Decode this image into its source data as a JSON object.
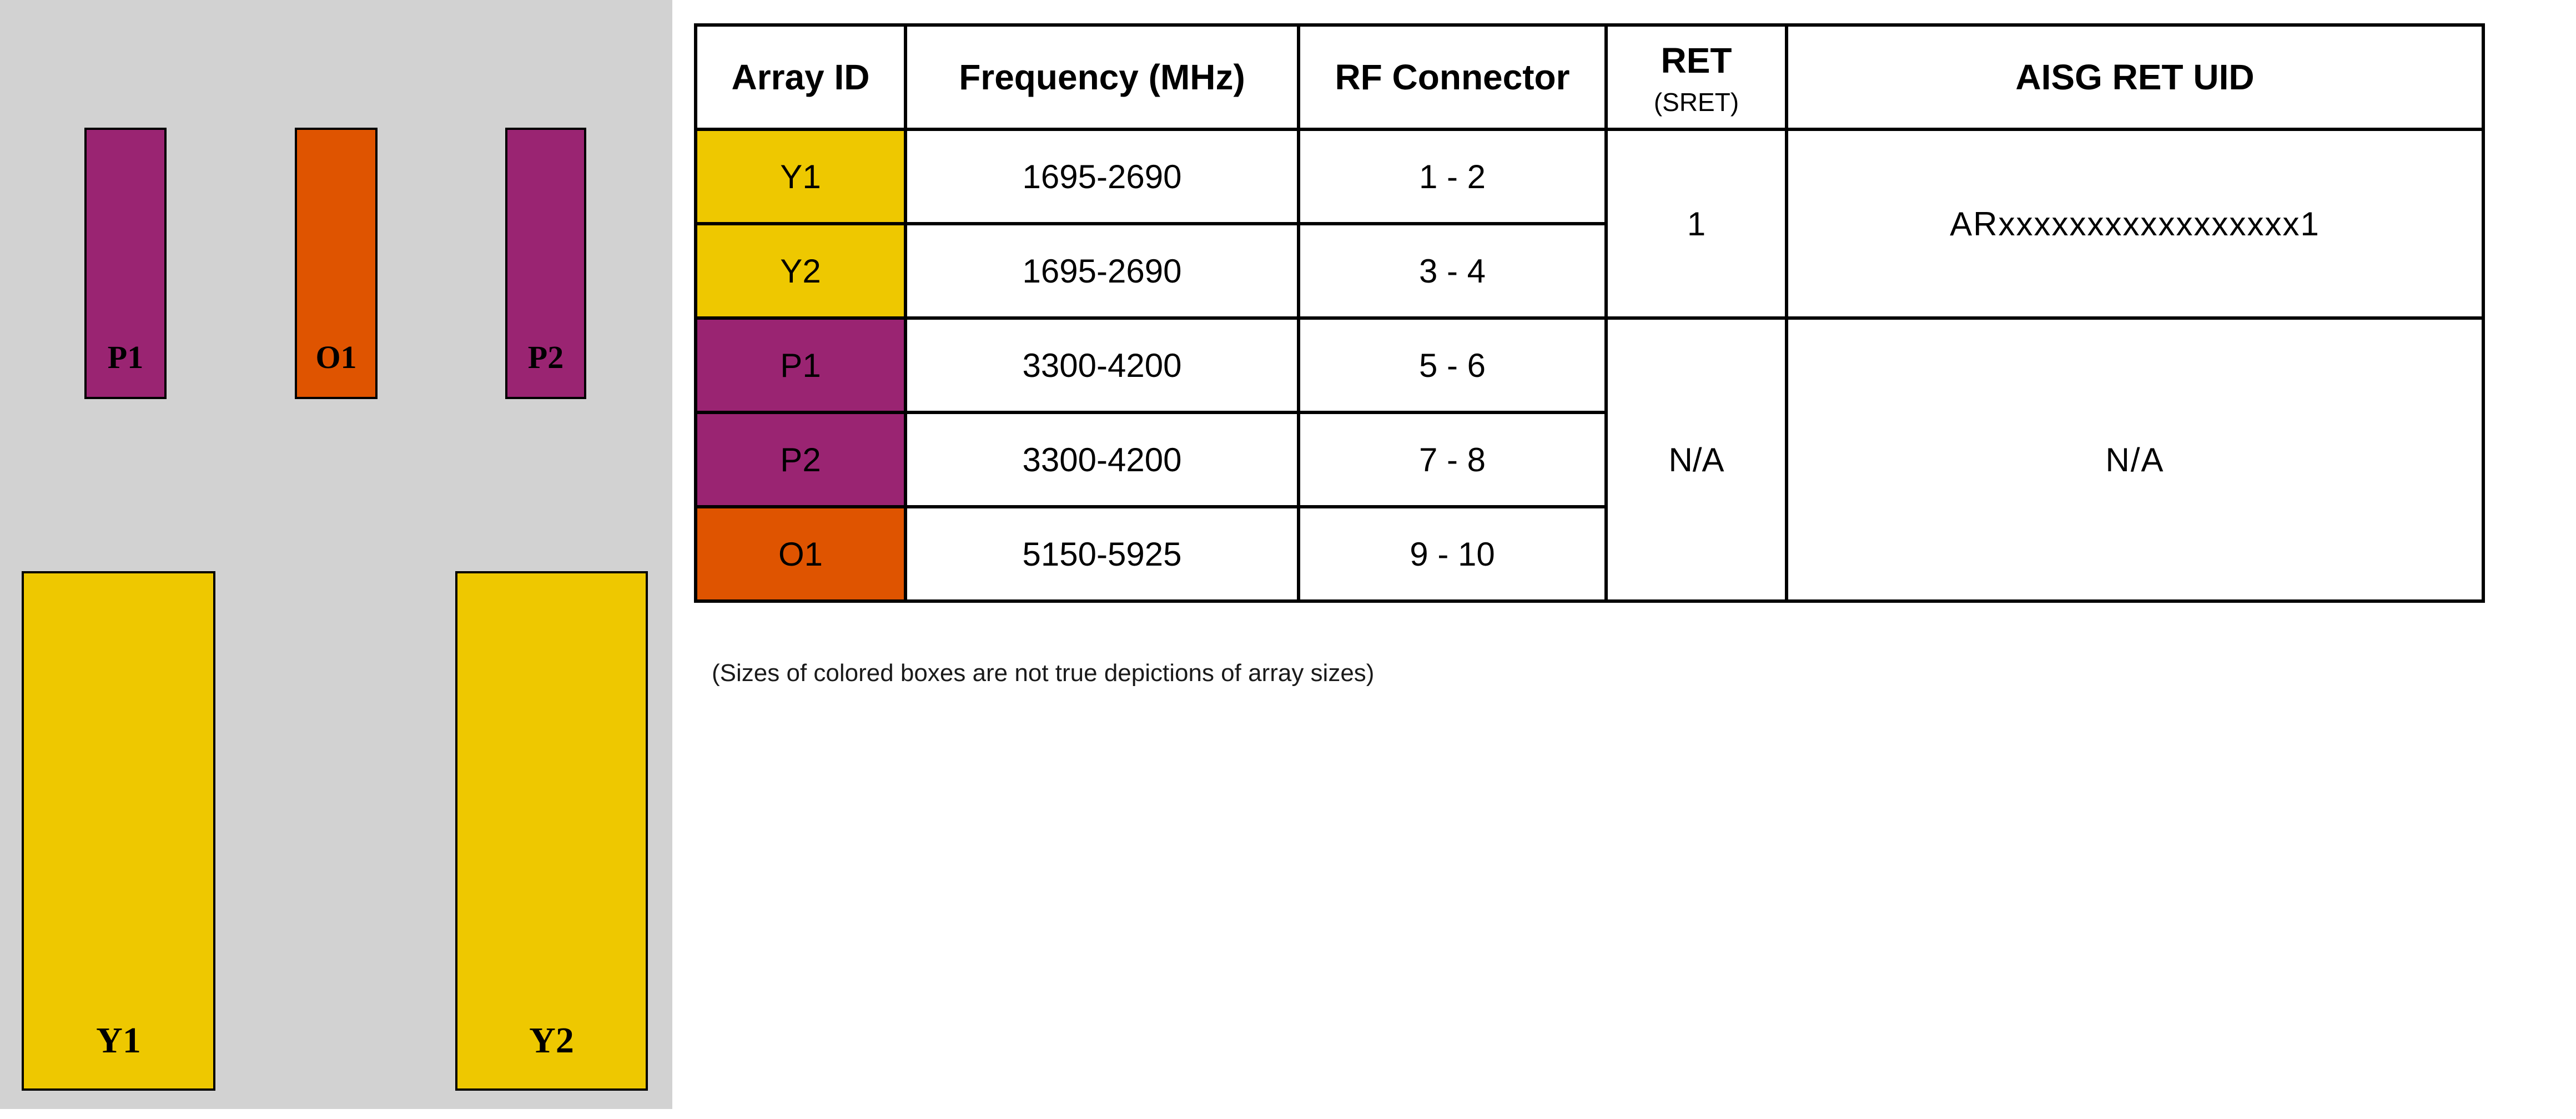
{
  "colors": {
    "panel_bg": "#d2d2d2",
    "yellow": "#eec800",
    "purple": "#9a2472",
    "orange": "#df5400",
    "border": "#000000"
  },
  "diagram": {
    "note": "(Sizes of colored boxes are not true depictions of array sizes)",
    "boxes": [
      {
        "id": "P1",
        "label": "P1",
        "color": "#9a2472"
      },
      {
        "id": "O1",
        "label": "O1",
        "color": "#df5400"
      },
      {
        "id": "P2",
        "label": "P2",
        "color": "#9a2472"
      },
      {
        "id": "Y1",
        "label": "Y1",
        "color": "#eec800"
      },
      {
        "id": "Y2",
        "label": "Y2",
        "color": "#eec800"
      }
    ]
  },
  "table": {
    "headers": {
      "array_id": "Array ID",
      "frequency": "Frequency (MHz)",
      "rf_connector": "RF Connector",
      "ret": "RET",
      "ret_sub": "(SRET)",
      "aisg": "AISG RET UID"
    },
    "rows": [
      {
        "array_id": "Y1",
        "color": "#eec800",
        "frequency": "1695-2690",
        "rf_connector": "1 - 2"
      },
      {
        "array_id": "Y2",
        "color": "#eec800",
        "frequency": "1695-2690",
        "rf_connector": "3 - 4"
      },
      {
        "array_id": "P1",
        "color": "#9a2472",
        "frequency": "3300-4200",
        "rf_connector": "5 - 6"
      },
      {
        "array_id": "P2",
        "color": "#9a2472",
        "frequency": "3300-4200",
        "rf_connector": "7 - 8"
      },
      {
        "array_id": "O1",
        "color": "#df5400",
        "frequency": "5150-5925",
        "rf_connector": "9 - 10"
      }
    ],
    "ret_groups": [
      {
        "ret": "1",
        "aisg": "ARxxxxxxxxxxxxxxxxx1"
      },
      {
        "ret": "N/A",
        "aisg": "N/A"
      }
    ]
  }
}
